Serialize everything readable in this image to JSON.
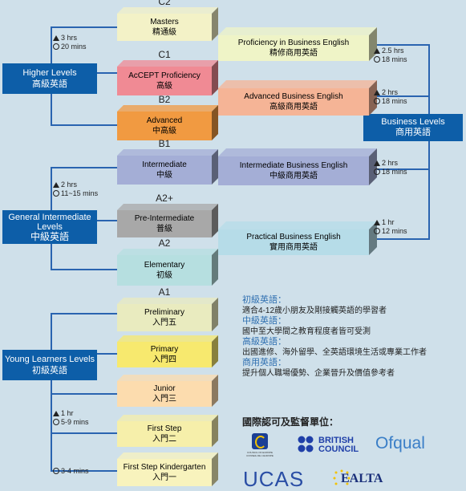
{
  "levels": {
    "higher": {
      "en": "Higher Levels",
      "zh": "高級英語"
    },
    "intermediate": {
      "en": "General Intermediate Levels",
      "zh": "中級英語"
    },
    "young": {
      "en": "Young Learners Levels",
      "zh": "初級英語"
    },
    "business": {
      "en": "Business Levels",
      "zh": "商用英語"
    }
  },
  "general_boxes": [
    {
      "cefr": "C2",
      "en": "Masters",
      "zh": "精通級",
      "color": "#f3f2c7"
    },
    {
      "cefr": "C1",
      "en": "AcCEPT Proficiency",
      "zh": "高級",
      "color": "#f08a94"
    },
    {
      "cefr": "B2",
      "en": "Advanced",
      "zh": "中高級",
      "color": "#f19a41"
    },
    {
      "cefr": "B1",
      "en": "Intermediate",
      "zh": "中級",
      "color": "#a4aed6"
    },
    {
      "cefr": "A2+",
      "en": "Pre-Intermediate",
      "zh": "普級",
      "color": "#a8a8a8"
    },
    {
      "cefr": "A2",
      "en": "Elementary",
      "zh": "初級",
      "color": "#b6dfe0"
    },
    {
      "cefr": "A1",
      "en": "Preliminary",
      "zh": "入門五",
      "color": "#e9ebbf"
    },
    {
      "cefr": "",
      "en": "Primary",
      "zh": "入門四",
      "color": "#f7e96e"
    },
    {
      "cefr": "",
      "en": "Junior",
      "zh": "入門三",
      "color": "#fcdcae"
    },
    {
      "cefr": "",
      "en": "First Step",
      "zh": "入門二",
      "color": "#f6efaa"
    },
    {
      "cefr": "",
      "en": "First Step Kindergarten",
      "zh": "入門一",
      "color": "#f8f3bd"
    }
  ],
  "business_boxes": [
    {
      "en": "Proficiency in Business English",
      "zh": "精修商用英語",
      "color": "#eff4c7"
    },
    {
      "en": "Advanced Business English",
      "zh": "高級商用英語",
      "color": "#f5b496"
    },
    {
      "en": "Intermediate Business English",
      "zh": "中級商用英語",
      "color": "#a4aed6"
    },
    {
      "en": "Practical Business English",
      "zh": "實用商用英語",
      "color": "#b6dce8"
    }
  ],
  "times": {
    "higher": [
      "3 hrs",
      "20 mins"
    ],
    "intermediate": [
      "2 hrs",
      "11~15 mins"
    ],
    "young": [
      "1 hr",
      "5-9 mins"
    ],
    "kinder": "3-4 mins",
    "biz_prof": [
      "2.5 hrs",
      "18 mins"
    ],
    "biz_adv": [
      "2 hrs",
      "18 mins"
    ],
    "biz_int": [
      "2 hrs",
      "18  mins"
    ],
    "biz_prac": [
      "1 hr",
      "12 mins"
    ]
  },
  "legend": [
    {
      "h": "初級英語：",
      "t": "適合4-12歲小朋友及剛接觸英語的學習者"
    },
    {
      "h": "中級英語：",
      "t": "國中至大學間之教育程度者皆可受測"
    },
    {
      "h": "高級英語：",
      "t": "出國進修、海外留學、全英語環境生活或專業工作者"
    },
    {
      "h": "商用英語：",
      "t": "提升個人職場優勢、企業晉升及價值參考者"
    }
  ],
  "accreditation": {
    "title": "國際認可及監督單位：",
    "council_small": "COUNCIL OF EUROPE   CONSEIL DE L'EUROPE",
    "british": [
      "BRITISH",
      "COUNCIL"
    ],
    "ofqual": "Ofqual",
    "ucas": "UCAS",
    "ealta": "EALTA"
  }
}
